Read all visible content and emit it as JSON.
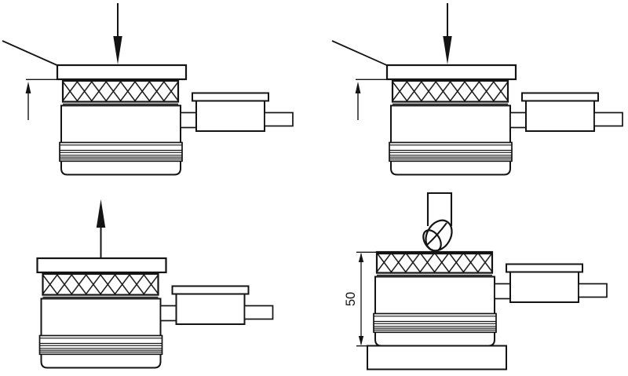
{
  "figure": {
    "background_color": "#ffffff",
    "line_color": "#141414",
    "dimension_label": "50",
    "panels": [
      {
        "position": "top-left",
        "icons": [
          "force-down-arrow",
          "leader-line",
          "gap-up-arrow"
        ],
        "device": "sensor-with-plate-and-hatched-pad"
      },
      {
        "position": "top-right",
        "icons": [
          "force-down-arrow",
          "leader-line",
          "gap-up-arrow"
        ],
        "device": "sensor-with-plate-and-hatched-pad"
      },
      {
        "position": "bottom-left",
        "icons": [
          "force-up-arrow"
        ],
        "device": "sensor-with-plate-and-hatched-pad"
      },
      {
        "position": "bottom-right",
        "icons": [
          "milling-cutter-icon",
          "dimension-arrows"
        ],
        "device": "sensor-on-base-plate",
        "dimension_label": "50"
      }
    ]
  }
}
